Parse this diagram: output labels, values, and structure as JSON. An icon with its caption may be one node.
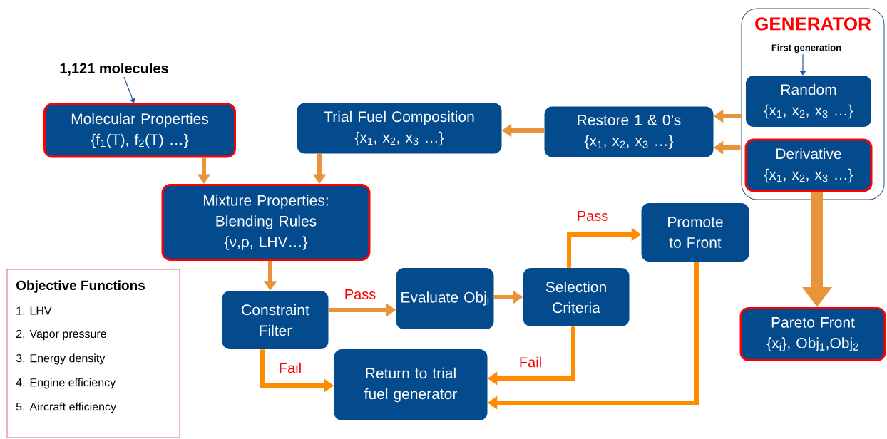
{
  "diagram": {
    "nodes": [
      {
        "text": [
          "1,121 molecules"
        ]
      },
      {
        "text": [
          "Molecular Properties",
          "{f$_{1}$(T), f$_{2}$(T) …}"
        ]
      },
      {
        "text": [
          "Trial Fuel Composition",
          "{x$_{1}$, x$_{2}$, x$_{3}$ …}"
        ]
      },
      {
        "text": [
          "Restore 1 & 0’s",
          "{x$_{1}$, x$_{2}$, x$_{3}$ …}"
        ]
      },
      {
        "text": [
          "GENERATOR"
        ]
      },
      {
        "text": [
          "First generation"
        ],
        "in": 4
      },
      {
        "text": [
          "Random",
          "{x$_{1}$, x$_{2}$, x$_{3}$ …}"
        ],
        "in": 4
      },
      {
        "text": [
          "Derivative",
          "{x$_{1}$, x$_{2}$, x$_{3}$ …}"
        ],
        "in": 4
      },
      {
        "text": [
          "Mixture Properties: Blending Rules",
          "{ν,ρ, LHV…}"
        ]
      },
      {
        "text": [
          "Objective Functions",
          "1. LHV",
          "2. Vapor pressure",
          "3. Energy density",
          "4. Engine efficiency",
          "5. Aircraft efficiency"
        ]
      },
      {
        "text": [
          "Constraint Filter"
        ]
      },
      {
        "text": [
          "Evaluate Obj$_{i}$"
        ]
      },
      {
        "text": [
          "Selection Criteria"
        ]
      },
      {
        "text": [
          "Promote to Front"
        ]
      },
      {
        "text": [
          "Pareto Front",
          "{x$_{i}$}, Obj$_{1}$,Obj$_{2}$"
        ]
      },
      {
        "text": [
          "Return to trial fuel generator"
        ]
      }
    ],
    "edges": [
      {
        "from": 0,
        "to": 1,
        "arrow": "to",
        "color": "#1f5a96"
      },
      {
        "from": 5,
        "to": 6,
        "arrow": "to",
        "color": "#1f5a96"
      },
      {
        "from": 6,
        "to": 3,
        "arrow": "to"
      },
      {
        "from": 7,
        "to": 3,
        "arrow": "to"
      },
      {
        "from": 3,
        "to": 2,
        "arrow": "to"
      },
      {
        "from": 1,
        "to": 8,
        "arrow": "to"
      },
      {
        "from": 2,
        "to": 8,
        "arrow": "to"
      },
      {
        "from": 8,
        "to": 10,
        "arrow": "to"
      },
      {
        "from": 10,
        "to": 11,
        "arrow": "to",
        "label": "Pass"
      },
      {
        "from": 10,
        "to": 15,
        "arrow": "to",
        "label": "Fail",
        "color": "#ff8c00"
      },
      {
        "from": 11,
        "to": 12,
        "arrow": "to"
      },
      {
        "from": 12,
        "to": 13,
        "arrow": "to",
        "label": "Pass",
        "color": "#ff8c00"
      },
      {
        "from": 12,
        "to": 15,
        "arrow": "to",
        "label": "Fail",
        "color": "#ff8c00"
      },
      {
        "from": 13,
        "to": 15,
        "arrow": "to",
        "color": "#ff8c00"
      },
      {
        "from": 7,
        "to": 14,
        "arrow": "to",
        "style": "thick"
      }
    ]
  }
}
